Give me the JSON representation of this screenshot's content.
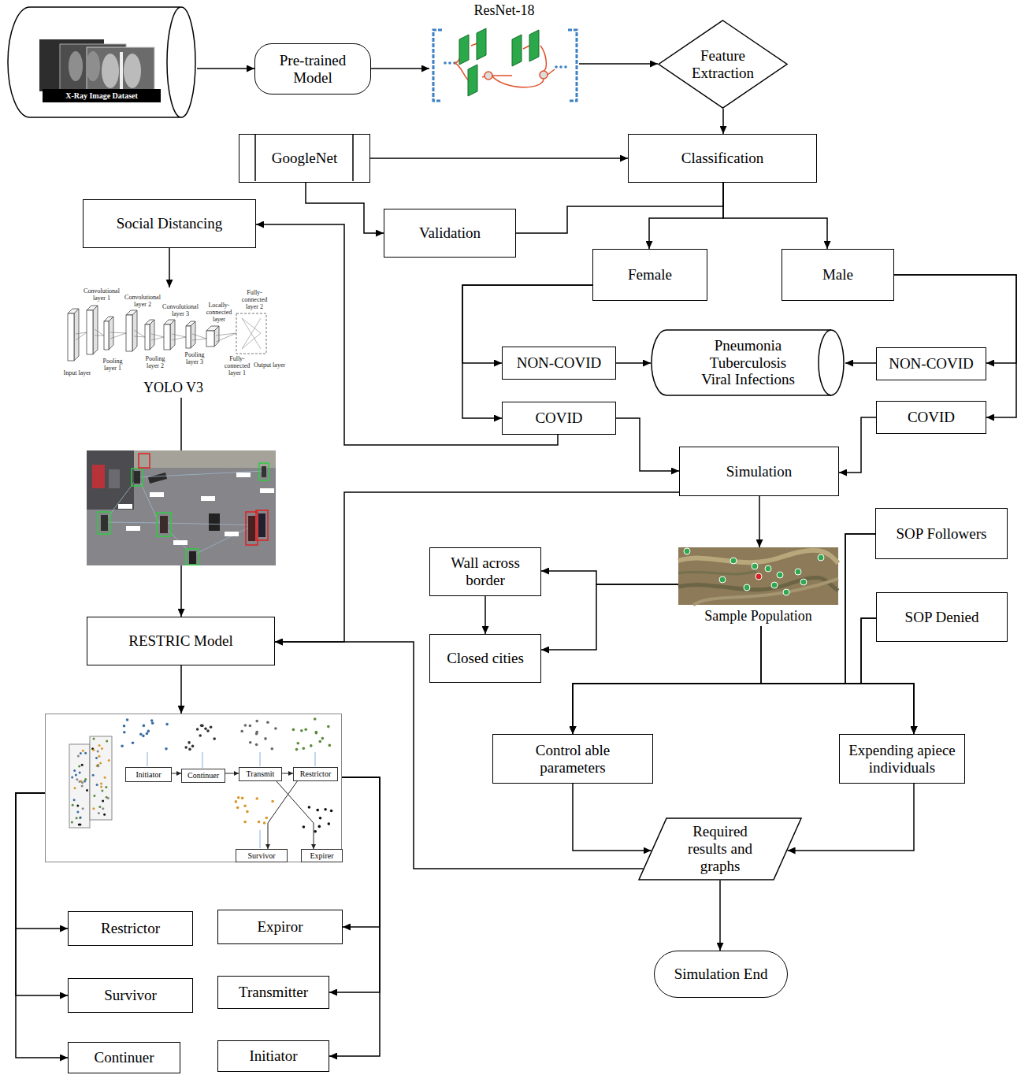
{
  "diagram": {
    "nodes": [
      {
        "text": [
          "X-Ray Image Dataset"
        ]
      },
      {
        "text": [
          "Pre-trained Model"
        ]
      },
      {
        "text": [
          "ResNet-18"
        ]
      },
      {
        "text": [
          "Feature Extraction"
        ]
      },
      {
        "text": [
          "GoogleNet"
        ]
      },
      {
        "text": [
          "Classification"
        ]
      },
      {
        "text": [
          "Social Distancing"
        ]
      },
      {
        "text": [
          "Validation"
        ]
      },
      {
        "text": [
          "Female"
        ]
      },
      {
        "text": [
          "Male"
        ]
      },
      {
        "text": [
          "YOLO V3"
        ]
      },
      {
        "text": [
          "NON-COVID"
        ]
      },
      {
        "text": [
          "Pneumonia Tuberculosis Viral Infections"
        ]
      },
      {
        "text": [
          "NON-COVID"
        ]
      },
      {
        "text": [
          "COVID"
        ]
      },
      {
        "text": [
          "COVID"
        ]
      },
      {
        "text": [
          "Simulation"
        ]
      },
      {
        "text": [
          "SOP Followers"
        ]
      },
      {
        "text": [
          "Wall across border"
        ]
      },
      {
        "text": [
          "Sample Population"
        ]
      },
      {
        "text": [
          "SOP Denied"
        ]
      },
      {
        "text": [
          "RESTRIC Model"
        ]
      },
      {
        "text": [
          "Closed cities"
        ]
      },
      {
        "text": [
          "Control able parameters"
        ]
      },
      {
        "text": [
          "Expending apiece individuals"
        ]
      },
      {
        "text": []
      },
      {
        "text": [
          "Initiator"
        ],
        "in": 25
      },
      {
        "text": [
          "Continuer"
        ],
        "in": 25
      },
      {
        "text": [
          "Transmit"
        ],
        "in": 25
      },
      {
        "text": [
          "Restrictor"
        ],
        "in": 25
      },
      {
        "text": [
          "Survivor"
        ],
        "in": 25
      },
      {
        "text": [
          "Expirer"
        ],
        "in": 25
      },
      {
        "text": [
          "Required results and graphs"
        ]
      },
      {
        "text": [
          "Restrictor"
        ]
      },
      {
        "text": [
          "Expiror"
        ]
      },
      {
        "text": [
          "Simulation End"
        ]
      },
      {
        "text": [
          "Survivor"
        ]
      },
      {
        "text": [
          "Transmitter"
        ]
      },
      {
        "text": [
          "Continuer"
        ]
      },
      {
        "text": [
          "Initiator"
        ]
      }
    ],
    "edges": [
      {
        "from": 0,
        "to": 1,
        "arrow": "to"
      },
      {
        "from": 1,
        "to": 2,
        "arrow": "to"
      },
      {
        "from": 2,
        "to": 3,
        "arrow": "to"
      },
      {
        "from": 3,
        "to": 5,
        "arrow": "to"
      },
      {
        "from": 4,
        "to": 5,
        "arrow": "to"
      },
      {
        "from": 4,
        "to": 7,
        "arrow": "to"
      },
      {
        "from": 7,
        "to": 5,
        "arrow": "none"
      },
      {
        "from": 5,
        "to": 8,
        "arrow": "to"
      },
      {
        "from": 5,
        "to": 9,
        "arrow": "to"
      },
      {
        "from": 8,
        "to": 11,
        "arrow": "to"
      },
      {
        "from": 8,
        "to": 14,
        "arrow": "to"
      },
      {
        "from": 9,
        "to": 13,
        "arrow": "to"
      },
      {
        "from": 9,
        "to": 15,
        "arrow": "to"
      },
      {
        "from": 11,
        "to": 12,
        "arrow": "to"
      },
      {
        "from": 13,
        "to": 12,
        "arrow": "to"
      },
      {
        "from": 14,
        "to": 6,
        "arrow": "to"
      },
      {
        "from": 14,
        "to": 16,
        "arrow": "to"
      },
      {
        "from": 15,
        "to": 16,
        "arrow": "to"
      },
      {
        "from": 6,
        "to": 10,
        "arrow": "to"
      },
      {
        "from": 10,
        "to": 21,
        "arrow": "to"
      },
      {
        "from": 16,
        "to": 21,
        "arrow": "to"
      },
      {
        "from": 16,
        "to": 19,
        "arrow": "to"
      },
      {
        "from": 19,
        "to": 18,
        "arrow": "to"
      },
      {
        "from": 19,
        "to": 22,
        "arrow": "to"
      },
      {
        "from": 18,
        "to": 22,
        "arrow": "to"
      },
      {
        "from": 19,
        "to": 23,
        "arrow": "to"
      },
      {
        "from": 19,
        "to": 24,
        "arrow": "to"
      },
      {
        "from": 17,
        "to": 23,
        "arrow": "to"
      },
      {
        "from": 17,
        "to": 24,
        "arrow": "to"
      },
      {
        "from": 20,
        "to": 23,
        "arrow": "to"
      },
      {
        "from": 20,
        "to": 24,
        "arrow": "to"
      },
      {
        "from": 23,
        "to": 32,
        "arrow": "to"
      },
      {
        "from": 24,
        "to": 32,
        "arrow": "to"
      },
      {
        "from": 32,
        "to": 21,
        "arrow": "to"
      },
      {
        "from": 32,
        "to": 35,
        "arrow": "to"
      },
      {
        "from": 21,
        "to": 25,
        "arrow": "to"
      },
      {
        "from": 25,
        "to": 33,
        "arrow": "to"
      },
      {
        "from": 25,
        "to": 36,
        "arrow": "to"
      },
      {
        "from": 25,
        "to": 38,
        "arrow": "to"
      },
      {
        "from": 25,
        "to": 34,
        "arrow": "to"
      },
      {
        "from": 25,
        "to": 37,
        "arrow": "to"
      },
      {
        "from": 25,
        "to": 39,
        "arrow": "to"
      },
      {
        "from": 26,
        "to": 27,
        "arrow": "to"
      },
      {
        "from": 27,
        "to": 28,
        "arrow": "to"
      },
      {
        "from": 28,
        "to": 29,
        "arrow": "to"
      },
      {
        "from": 28,
        "to": 31,
        "arrow": "to"
      },
      {
        "from": 29,
        "to": 30,
        "arrow": "to"
      }
    ],
    "labels": [
      "Convolutional layer 1",
      "Convolutional layer 2",
      "Convolutional layer 3",
      "Locally-connected layer",
      "Fully-connected layer 2",
      "Pooling layer 1",
      "Pooling layer 2",
      "Pooling layer 3",
      "Fully-connected layer 1",
      "Input layer",
      "Output layer"
    ]
  }
}
